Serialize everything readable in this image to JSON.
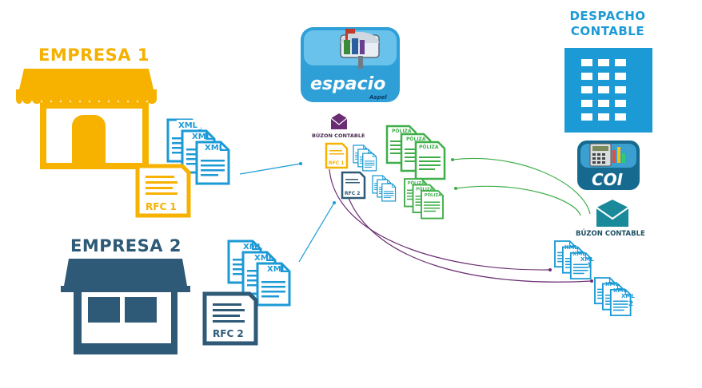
{
  "empresa1": {
    "title": "EMPRESA 1",
    "rfc": "RFC 1"
  },
  "empresa2": {
    "title": "EMPRESA 2",
    "rfc": "RFC 2"
  },
  "despacho": {
    "title_line1": "DESPACHO",
    "title_line2": "CONTABLE"
  },
  "espacio": {
    "name": "espacio",
    "brand": "Aspel"
  },
  "buzon": {
    "small_label": "BÚZON CONTABLE",
    "right_label": "BÚZON CONTABLE"
  },
  "coi": {
    "name": "COI"
  },
  "docs": {
    "xml_label": "XML",
    "poliza_label": "PÓLIZA",
    "rfc1_small": "RFC 1",
    "rfc2_small": "RFC 2",
    "xml_out1_number": "1",
    "xml_out2_number": "2"
  },
  "colors": {
    "empresa1": "#f7b200",
    "empresa2": "#2e5a77",
    "despacho": "#1c9ad6",
    "xml": "#1c9ad6",
    "poliza": "#3fae49",
    "connector_blue": "#1c9ad6",
    "connector_green": "#3fae49",
    "connector_purple": "#6a2c72"
  },
  "icons": [
    "store-icon",
    "building-icon",
    "mailbox-icon",
    "envelope-icon",
    "calculator-icon",
    "document-icon"
  ]
}
